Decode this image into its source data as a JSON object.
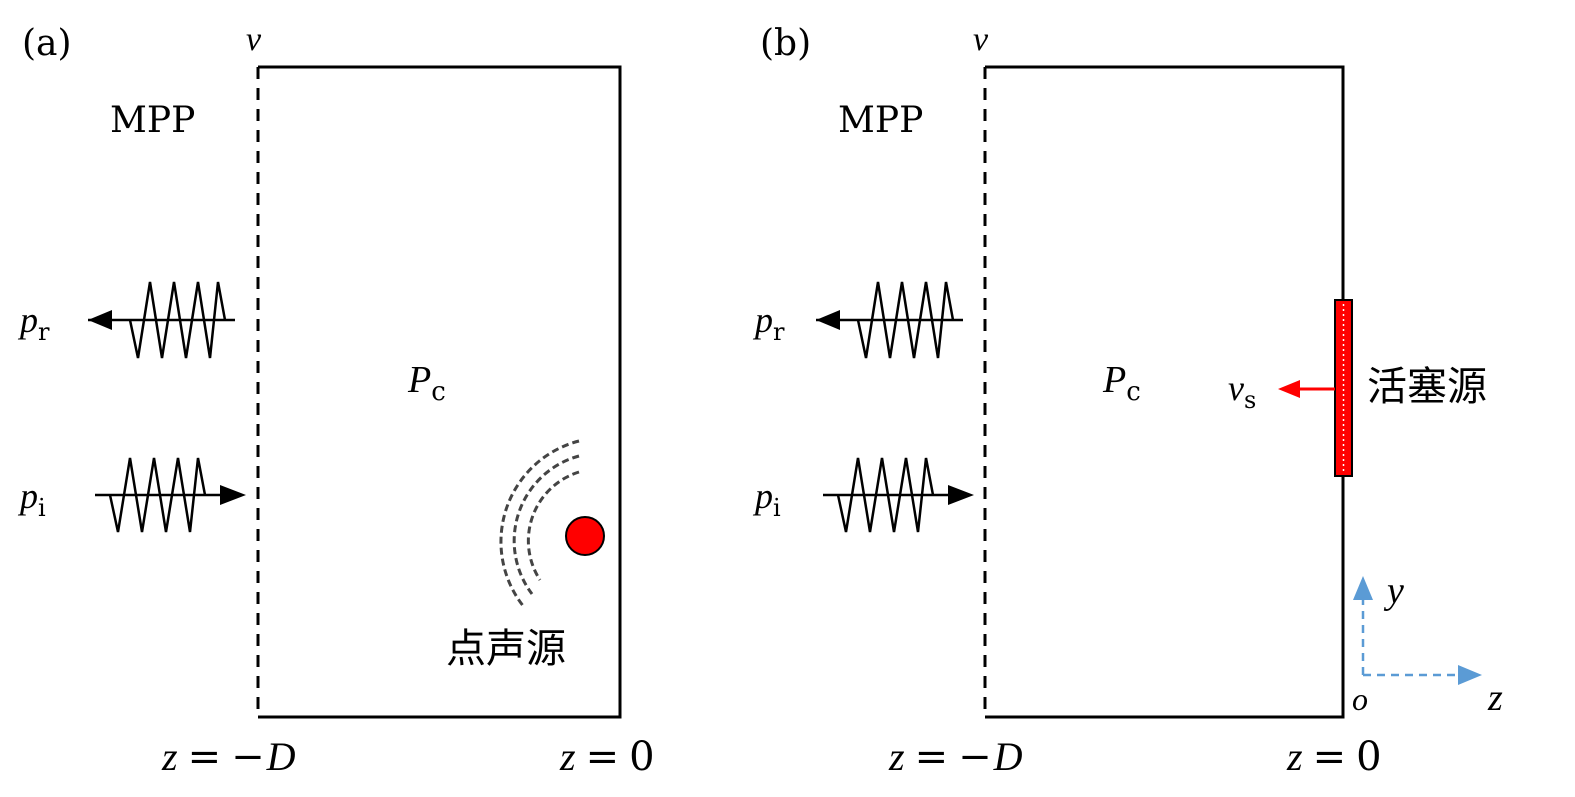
{
  "panels": [
    {
      "tag": "(a)",
      "velocity": "v",
      "mpp": "MPP",
      "reflected": {
        "symbol": "p",
        "sub": "r"
      },
      "incident": {
        "symbol": "p",
        "sub": "i"
      },
      "cavity": {
        "symbol": "P",
        "sub": "c"
      },
      "left_boundary": {
        "italic_z": "z",
        "eq": "=",
        "minus": "−",
        "italic_D": "D"
      },
      "right_boundary": {
        "italic_z": "z",
        "eq": "=",
        "zero": "0"
      },
      "source_label": "点声源"
    },
    {
      "tag": "(b)",
      "velocity": "v",
      "mpp": "MPP",
      "reflected": {
        "symbol": "p",
        "sub": "r"
      },
      "incident": {
        "symbol": "p",
        "sub": "i"
      },
      "cavity": {
        "symbol": "P",
        "sub": "c"
      },
      "piston_velocity": {
        "symbol": "v",
        "sub": "s"
      },
      "source_label": "活塞源",
      "left_boundary": {
        "italic_z": "z",
        "eq": "=",
        "minus": "−",
        "italic_D": "D"
      },
      "right_boundary": {
        "italic_z": "z",
        "eq": "=",
        "zero": "0"
      },
      "axes": {
        "y": "y",
        "z": "z",
        "origin": "o"
      }
    }
  ],
  "colors": {
    "line": "#000000",
    "source": "#ff0000",
    "axis": "#5b9bd5"
  }
}
